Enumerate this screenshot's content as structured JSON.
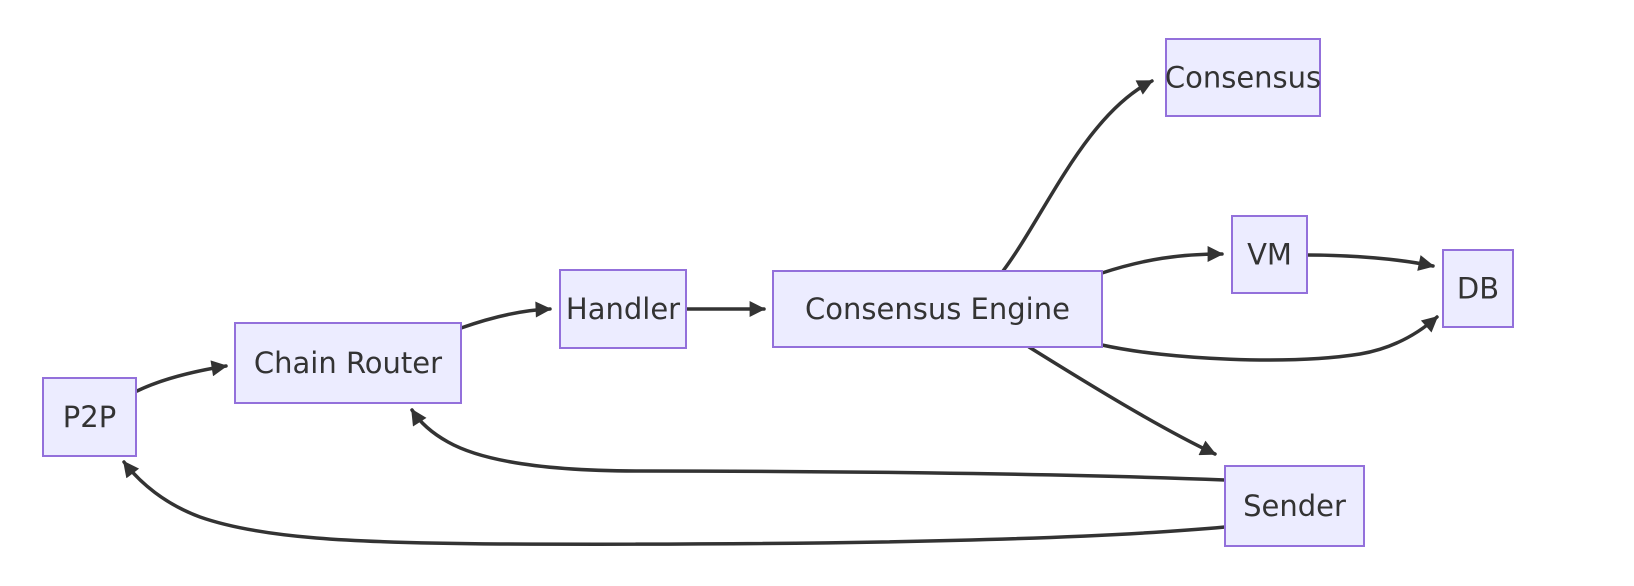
{
  "diagram": {
    "type": "flowchart",
    "direction": "left-to-right",
    "background": "#FFFFFF",
    "colors": {
      "node_fill": "#ECECFF",
      "node_border": "#9370DB",
      "edge_stroke": "#333333",
      "label_text": "#333333"
    },
    "nodes": {
      "p2p": {
        "label": "P2P"
      },
      "chain_router": {
        "label": "Chain Router"
      },
      "handler": {
        "label": "Handler"
      },
      "consensus_engine": {
        "label": "Consensus Engine"
      },
      "consensus": {
        "label": "Consensus"
      },
      "vm": {
        "label": "VM"
      },
      "db": {
        "label": "DB"
      },
      "sender": {
        "label": "Sender"
      }
    },
    "edges": [
      {
        "from": "P2P",
        "to": "Chain Router"
      },
      {
        "from": "Chain Router",
        "to": "Handler"
      },
      {
        "from": "Handler",
        "to": "Consensus Engine"
      },
      {
        "from": "Consensus Engine",
        "to": "Consensus"
      },
      {
        "from": "Consensus Engine",
        "to": "VM"
      },
      {
        "from": "VM",
        "to": "DB"
      },
      {
        "from": "Consensus Engine",
        "to": "DB"
      },
      {
        "from": "Consensus Engine",
        "to": "Sender"
      },
      {
        "from": "Sender",
        "to": "Chain Router"
      },
      {
        "from": "Sender",
        "to": "P2P"
      }
    ]
  }
}
